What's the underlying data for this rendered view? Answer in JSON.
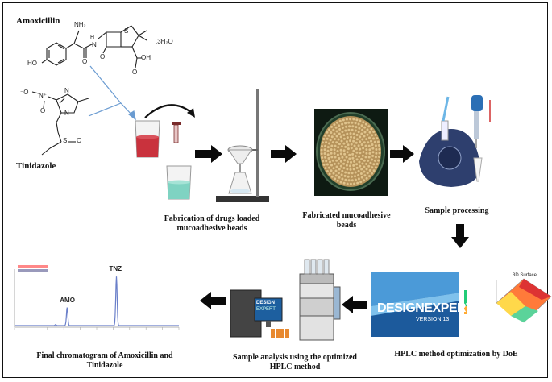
{
  "molecules": {
    "amoxicillin": {
      "name": "Amoxicillin",
      "hydrate": ".3H₂O",
      "atoms": {
        "nh2": "NH₂",
        "h": "H",
        "n": "N",
        "s": "S",
        "o1": "O",
        "ho": "HO",
        "o2": "O",
        "oh": "OH",
        "o3": "O"
      }
    },
    "tinidazole": {
      "name": "Tinidazole",
      "atoms": {
        "o_minus": "⁻O",
        "n_plus": "N⁺",
        "n1": "N",
        "n2": "N",
        "o": "O",
        "s": "S",
        "o2": "O"
      }
    }
  },
  "steps": {
    "fabrication": "Fabrication of drugs loaded mucoadhesive beads",
    "fabricated": "Fabricated mucoadhesive beads",
    "processing": "Sample processing",
    "optimization": "HPLC method optimization by DoE",
    "analysis": "Sample analysis using the optimized HPLC method",
    "final": "Final chromatogram of Amoxicillin and Tinidazole"
  },
  "software": {
    "brand": "DESIGNEXPERT",
    "version": "VERSION 13",
    "screen_brand": "DESIGN",
    "screen_brand2": "EXPERT"
  },
  "surface_plot": {
    "title": "3D Surface"
  },
  "chromatogram": {
    "peaks": [
      {
        "label": "AMO",
        "time": 3.2,
        "height": 0.35
      },
      {
        "label": "TNZ",
        "time": 6.2,
        "height": 0.95
      }
    ],
    "x_range": [
      0,
      10
    ]
  },
  "colors": {
    "arrow": "#0a0a0a",
    "beaker_red": "#c9323d",
    "beaker_green": "#7fd3c2",
    "connector": "#6a9bd1",
    "peak_line": "#6a7fc9"
  }
}
